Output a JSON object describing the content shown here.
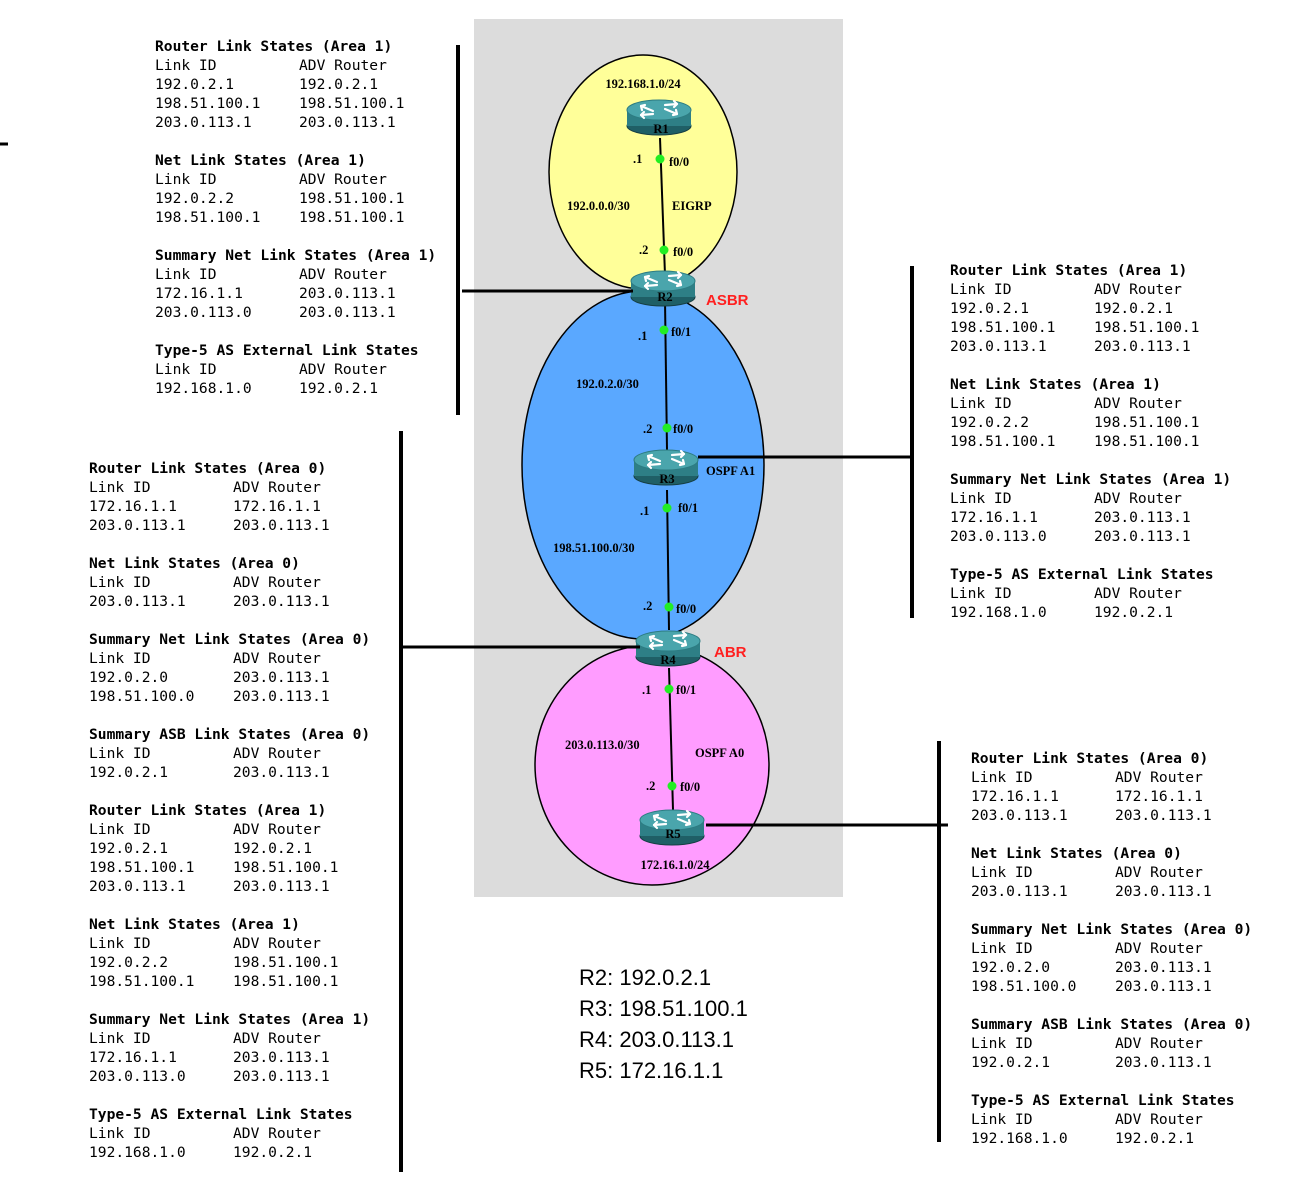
{
  "lsdb_tables": [
    {
      "id": "r2",
      "sections": [
        {
          "title": "Router Link States (Area 1)",
          "col1": "Link ID",
          "col2": "ADV Router",
          "rows": [
            [
              "192.0.2.1",
              "192.0.2.1"
            ],
            [
              "198.51.100.1",
              "198.51.100.1"
            ],
            [
              "203.0.113.1",
              "203.0.113.1"
            ]
          ]
        },
        {
          "title": "Net Link States (Area 1)",
          "col1": "Link ID",
          "col2": "ADV Router",
          "rows": [
            [
              "192.0.2.2",
              "198.51.100.1"
            ],
            [
              "198.51.100.1",
              "198.51.100.1"
            ]
          ]
        },
        {
          "title": "Summary Net Link States (Area 1)",
          "col1": "Link ID",
          "col2": "ADV Router",
          "rows": [
            [
              "172.16.1.1",
              "203.0.113.1"
            ],
            [
              "203.0.113.0",
              "203.0.113.1"
            ]
          ]
        },
        {
          "title": "Type-5 AS External Link States",
          "col1": "Link ID",
          "col2": "ADV Router",
          "rows": [
            [
              "192.168.1.0",
              "192.0.2.1"
            ]
          ]
        }
      ]
    },
    {
      "id": "r3",
      "sections": [
        {
          "title": "Router Link States (Area 1)",
          "col1": "Link ID",
          "col2": "ADV Router",
          "rows": [
            [
              "192.0.2.1",
              "192.0.2.1"
            ],
            [
              "198.51.100.1",
              "198.51.100.1"
            ],
            [
              "203.0.113.1",
              "203.0.113.1"
            ]
          ]
        },
        {
          "title": "Net Link States (Area 1)",
          "col1": "Link ID",
          "col2": "ADV Router",
          "rows": [
            [
              "192.0.2.2",
              "198.51.100.1"
            ],
            [
              "198.51.100.1",
              "198.51.100.1"
            ]
          ]
        },
        {
          "title": "Summary Net Link States (Area 1)",
          "col1": "Link ID",
          "col2": "ADV Router",
          "rows": [
            [
              "172.16.1.1",
              "203.0.113.1"
            ],
            [
              "203.0.113.0",
              "203.0.113.1"
            ]
          ]
        },
        {
          "title": "Type-5 AS External Link States",
          "col1": "Link ID",
          "col2": "ADV Router",
          "rows": [
            [
              "192.168.1.0",
              "192.0.2.1"
            ]
          ]
        }
      ]
    },
    {
      "id": "r4",
      "sections": [
        {
          "title": "Router Link States (Area 0)",
          "col1": "Link ID",
          "col2": "ADV Router",
          "rows": [
            [
              "172.16.1.1",
              "172.16.1.1"
            ],
            [
              "203.0.113.1",
              "203.0.113.1"
            ]
          ]
        },
        {
          "title": "Net Link States (Area 0)",
          "col1": "Link ID",
          "col2": "ADV Router",
          "rows": [
            [
              "203.0.113.1",
              "203.0.113.1"
            ]
          ]
        },
        {
          "title": "Summary Net Link States (Area 0)",
          "col1": "Link ID",
          "col2": "ADV Router",
          "rows": [
            [
              "192.0.2.0",
              "203.0.113.1"
            ],
            [
              "198.51.100.0",
              "203.0.113.1"
            ]
          ]
        },
        {
          "title": "Summary ASB Link States (Area 0)",
          "col1": "Link ID",
          "col2": "ADV Router",
          "rows": [
            [
              "192.0.2.1",
              "203.0.113.1"
            ]
          ]
        },
        {
          "title": "Router Link States (Area 1)",
          "col1": "Link ID",
          "col2": "ADV Router",
          "rows": [
            [
              "192.0.2.1",
              "192.0.2.1"
            ],
            [
              "198.51.100.1",
              "198.51.100.1"
            ],
            [
              "203.0.113.1",
              "203.0.113.1"
            ]
          ]
        },
        {
          "title": "Net Link States (Area 1)",
          "col1": "Link ID",
          "col2": "ADV Router",
          "rows": [
            [
              "192.0.2.2",
              "198.51.100.1"
            ],
            [
              "198.51.100.1",
              "198.51.100.1"
            ]
          ]
        },
        {
          "title": "Summary Net Link States (Area 1)",
          "col1": "Link ID",
          "col2": "ADV Router",
          "rows": [
            [
              "172.16.1.1",
              "203.0.113.1"
            ],
            [
              "203.0.113.0",
              "203.0.113.1"
            ]
          ]
        },
        {
          "title": "Type-5 AS External Link States",
          "col1": "Link ID",
          "col2": "ADV Router",
          "rows": [
            [
              "192.168.1.0",
              "192.0.2.1"
            ]
          ]
        }
      ]
    },
    {
      "id": "r5",
      "sections": [
        {
          "title": "Router Link States (Area 0)",
          "col1": "Link ID",
          "col2": "ADV Router",
          "rows": [
            [
              "172.16.1.1",
              "172.16.1.1"
            ],
            [
              "203.0.113.1",
              "203.0.113.1"
            ]
          ]
        },
        {
          "title": "Net Link States (Area 0)",
          "col1": "Link ID",
          "col2": "ADV Router",
          "rows": [
            [
              "203.0.113.1",
              "203.0.113.1"
            ]
          ]
        },
        {
          "title": "Summary Net Link States (Area 0)",
          "col1": "Link ID",
          "col2": "ADV Router",
          "rows": [
            [
              "192.0.2.0",
              "203.0.113.1"
            ],
            [
              "198.51.100.0",
              "203.0.113.1"
            ]
          ]
        },
        {
          "title": "Summary ASB Link States (Area 0)",
          "col1": "Link ID",
          "col2": "ADV Router",
          "rows": [
            [
              "192.0.2.1",
              "203.0.113.1"
            ]
          ]
        },
        {
          "title": "Type-5 AS External Link States",
          "col1": "Link ID",
          "col2": "ADV Router",
          "rows": [
            [
              "192.168.1.0",
              "192.0.2.1"
            ]
          ]
        }
      ]
    }
  ],
  "topology": {
    "routers": {
      "r1": "R1",
      "r2": "R2",
      "r3": "R3",
      "r4": "R4",
      "r5": "R5"
    },
    "roles": {
      "asbr": "ASBR",
      "abr": "ABR"
    },
    "networks": {
      "lan_r1": "192.168.1.0/24",
      "net_r1_r2": "192.0.0.0/30",
      "net_r2_r3": "192.0.2.0/30",
      "net_r3_r4": "198.51.100.0/30",
      "net_r4_r5": "203.0.113.0/30",
      "lan_r5": "172.16.1.0/24"
    },
    "areas": {
      "eigrp": "EIGRP",
      "ospf_a1": "OSPF A1",
      "ospf_a0": "OSPF A0"
    },
    "interfaces": {
      "r1_if": "f0/0",
      "r1_host": ".1",
      "r2_down_if": "f0/0",
      "r2_down_host": ".2",
      "r2_up_if": "f0/1",
      "r2_up_host": ".1",
      "r3_down_if": "f0/0",
      "r3_down_host": ".2",
      "r3_up_if": "f0/1",
      "r3_up_host": ".1",
      "r4_down_if": "f0/0",
      "r4_down_host": ".2",
      "r4_up_if": "f0/1",
      "r4_up_host": ".1",
      "r5_if": "f0/0",
      "r5_host": ".2"
    },
    "colors": {
      "background": "#dcdcdc",
      "eigrp_area": "#ffff99",
      "ospf_a1_area": "#5aa8ff",
      "ospf_a0_area": "#ff9cff",
      "router_body": "#2e7f86",
      "router_top": "#4aa5ac",
      "link_dot": "#22ee22",
      "role_label": "#ff2020"
    }
  },
  "router_ids": [
    {
      "label": "R2: 192.0.2.1"
    },
    {
      "label": "R3: 198.51.100.1"
    },
    {
      "label": "R4: 203.0.113.1"
    },
    {
      "label": "R5: 172.16.1.1"
    }
  ]
}
